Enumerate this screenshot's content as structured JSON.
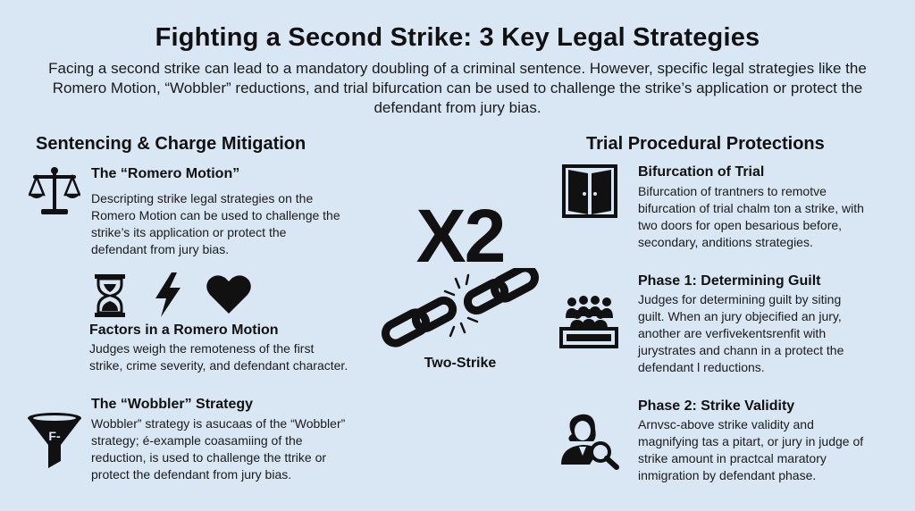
{
  "title": "Fighting a Second Strike: 3 Key Legal Strategies",
  "intro": "Facing a second strike can lead to a mandatory doubling of a criminal sentence. However, specific legal strategies like the Romero Motion, “Wobbler” reductions, and trial bifurcation can be used to challenge the strike’s application or protect the defendant from jury bias.",
  "left": {
    "heading": "Sentencing & Charge Mitigation",
    "blocks": [
      {
        "title": "The “Romero Motion”",
        "lines": [
          "Descripting strike legal strategies on the",
          "Romero Motion can be used to challenge the",
          "strike’s its application or protect the",
          "defendant from jury bias."
        ],
        "icon": "scales-icon"
      },
      {
        "title": "Factors in a Romero Motion",
        "lines": [
          "Judges weigh the remoteness of the first",
          "strike, crime severity, and defendant character."
        ],
        "icons": [
          "hourglass-icon",
          "lightning-icon",
          "heart-icon"
        ]
      },
      {
        "title": "The “Wobbler” Strategy",
        "lines": [
          "Wobbler” strategy is asucaas of the “Wobbler”",
          "strategy; é-example coasamiing of the",
          "reduction, is used to challenge the ttrike or",
          "protect the defendant from jury bias."
        ],
        "icon": "funnel-icon",
        "icon_text": "F-"
      }
    ]
  },
  "center": {
    "big": "X2",
    "caption": "Two-Strike",
    "icon": "broken-chain-icon"
  },
  "right": {
    "heading": "Trial Procedural Protections",
    "blocks": [
      {
        "title": "Bifurcation of Trial",
        "lines": [
          "Bifurcation of trantners to remotve",
          "bifurcation of trial chalm ton a strike, with",
          "two doors for open  besarious before,",
          "secondary, anditions strategies."
        ],
        "icon": "double-doors-icon"
      },
      {
        "title": "Phase 1: Determining Guilt",
        "lines": [
          "Judges for determining guilt by siting",
          "guilt. When an jury objecified an jury,",
          "another are verfivekentsrenfit with",
          "jurystrates and chann in a protect the",
          "defendant l reductions."
        ],
        "icon": "jury-box-icon"
      },
      {
        "title": "Phase 2: Strike Validity",
        "lines": [
          "Arnvsc-above strike validity and",
          "magnifying tas a pitart, or jury in judge of",
          "strike amount in practcal maratory",
          "inmigration by defendant phase."
        ],
        "icon": "person-magnifier-icon"
      }
    ]
  },
  "colors": {
    "background": "#d9e7f5",
    "ink": "#111111"
  }
}
